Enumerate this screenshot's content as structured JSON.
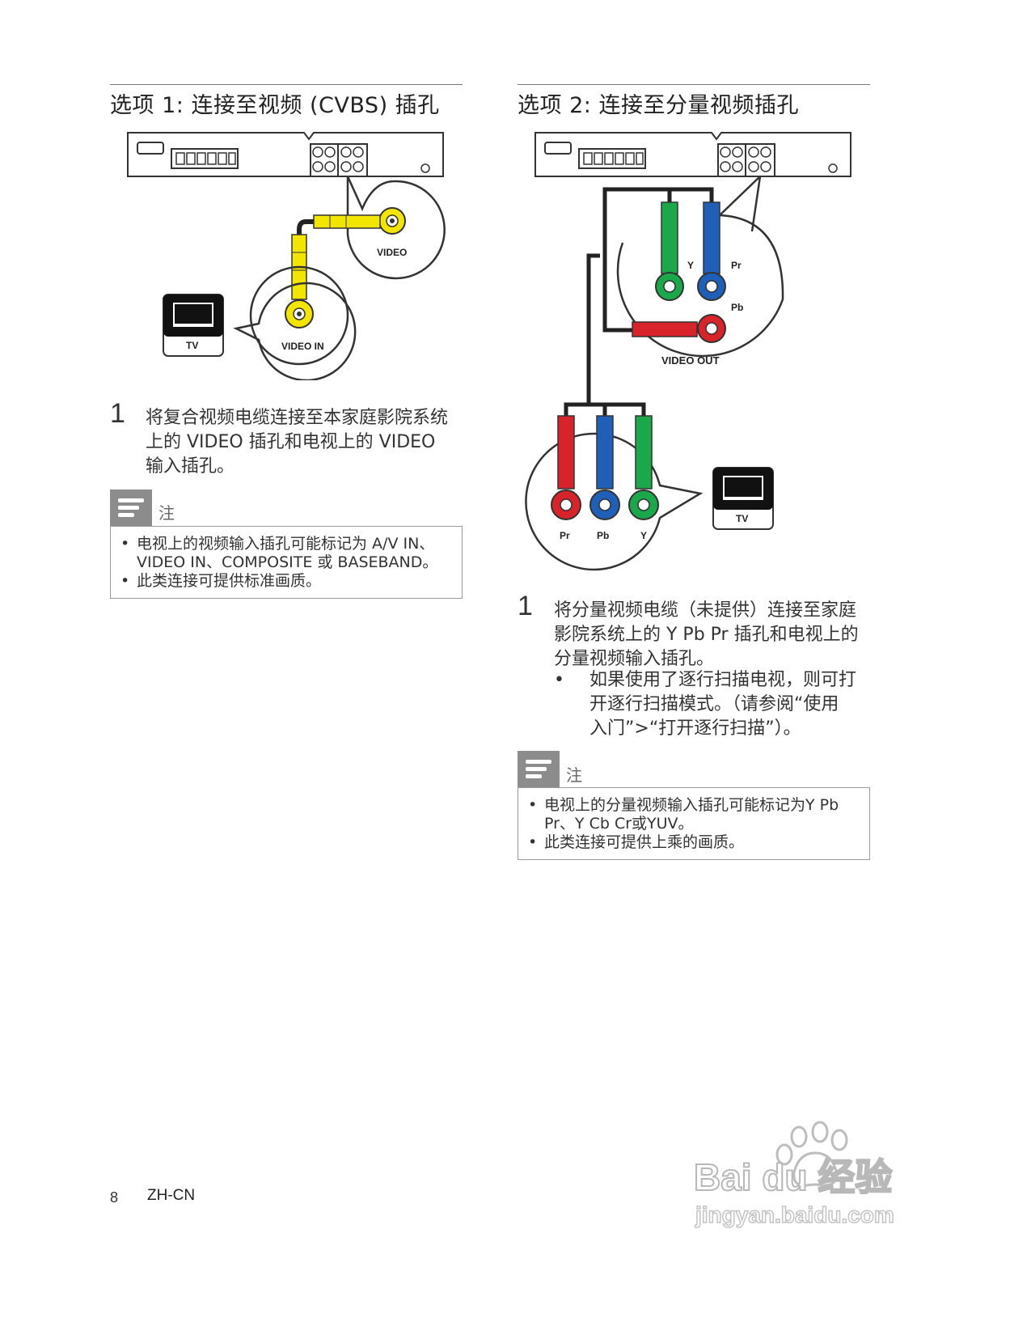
{
  "option1": {
    "heading": "选项 1:  连接至视频 (CVBS) 插孔",
    "labels": {
      "video": "VIDEO",
      "video_in": "VIDEO IN",
      "tv": "TV"
    },
    "step": {
      "number": "1",
      "lines": [
        "将复合视频电缆连接至本家庭影院系统",
        "上的 VIDEO 插孔和电视上的 VIDEO",
        "输入插孔。"
      ]
    },
    "note": {
      "title": "注",
      "items": [
        "电视上的视频输入插孔可能标记为 A/V IN、VIDEO IN、COMPOSITE 或 BASEBAND。",
        "此类连接可提供标准画质。"
      ]
    }
  },
  "option2": {
    "heading": "选项 2:  连接至分量视频插孔",
    "labels": {
      "y": "Y",
      "pr": "Pr",
      "pb": "Pb",
      "video_out": "VIDEO OUT",
      "tv_pr": "Pr",
      "tv_pb": "Pb",
      "tv_y": "Y",
      "tv": "TV"
    },
    "step": {
      "number": "1",
      "lines": [
        "将分量视频电缆（未提供）连接至家庭",
        "影院系统上的 Y Pb Pr 插孔和电视上的",
        "分量视频输入插孔。"
      ],
      "bullet": "•",
      "sub_lines": [
        "如果使用了逐行扫描电视，则可打",
        "开逐行扫描模式。（请参阅“使用",
        "入门”>“打开逐行扫描”）。"
      ]
    },
    "note": {
      "title": "注",
      "items": [
        "电视上的分量视频输入插孔可能标记为Y Pb Pr、Y Cb Cr或YUV。",
        "此类连接可提供上乘的画质。"
      ]
    }
  },
  "footer": {
    "page": "8",
    "lang": "ZH-CN"
  },
  "watermark": {
    "brand": "Bai du 经验",
    "url": "jingyan.baidu.com"
  },
  "colors": {
    "yellow": "#f2e600",
    "green": "#1aa84a",
    "blue": "#1f5fb8",
    "red": "#d8232a",
    "note_gray": "#8c8c8c"
  }
}
